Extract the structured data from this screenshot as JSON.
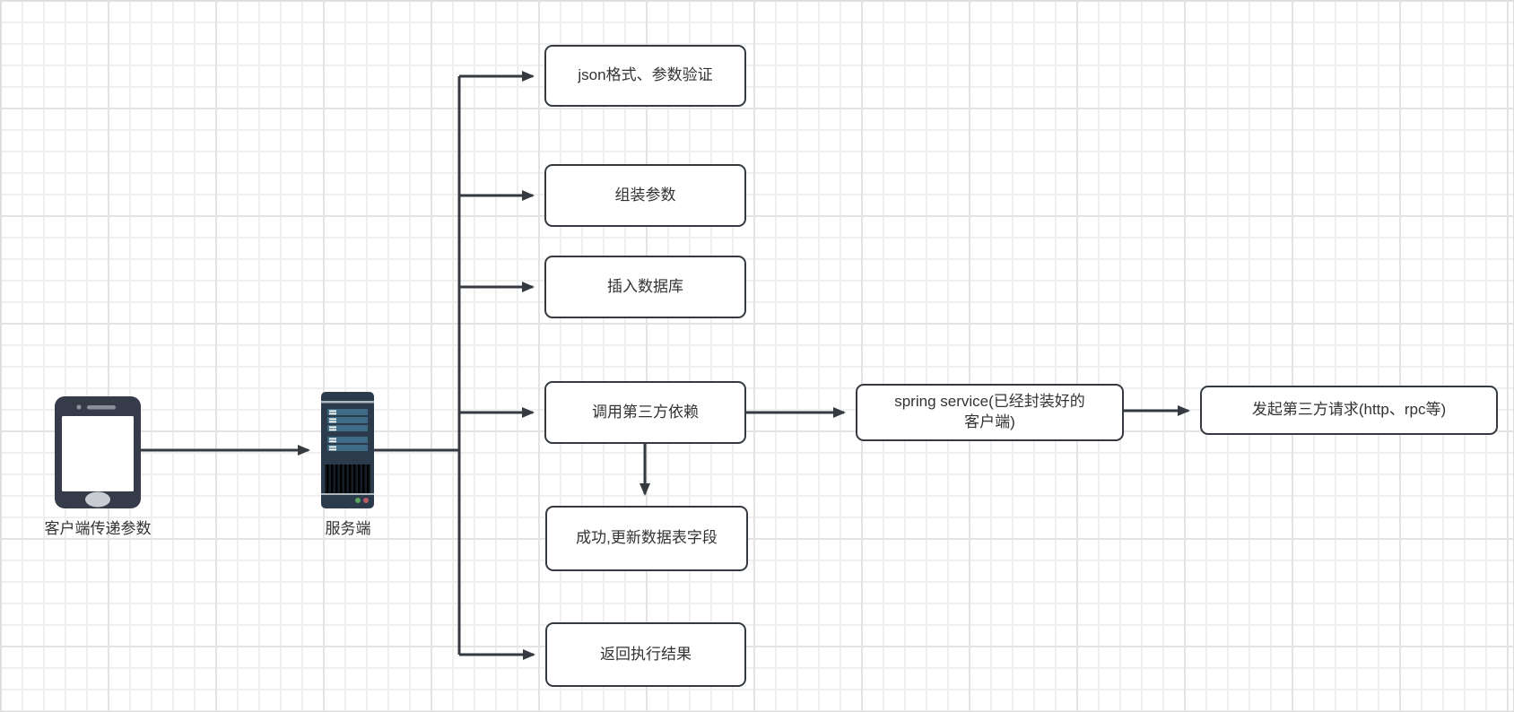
{
  "colors": {
    "stroke": "#343a40",
    "box_fill": "#ffffff",
    "text": "#333333",
    "grid_minor": "#efefef",
    "grid_major": "#e3e3e3",
    "phone_body": "#353b49",
    "server_body": "#2b3b4c",
    "server_bay": "#3e6b86",
    "led_green": "#5aa560",
    "led_red": "#b95b62"
  },
  "nodes": [
    {
      "id": "json-validate",
      "label": "json格式、参数验证"
    },
    {
      "id": "assemble-params",
      "label": "组装参数"
    },
    {
      "id": "insert-db",
      "label": "插入数据库"
    },
    {
      "id": "call-third-party",
      "label": "调用第三方依赖"
    },
    {
      "id": "success-update",
      "label": "成功,更新数据表字段"
    },
    {
      "id": "return-result",
      "label": "返回执行结果"
    },
    {
      "id": "spring-service",
      "label": "spring service(已经封装好的\n客户端)"
    },
    {
      "id": "third-party-request",
      "label": "发起第三方请求(http、rpc等)"
    }
  ],
  "icon_labels": {
    "client": "客户端传递参数",
    "server": "服务端"
  },
  "icons": [
    {
      "id": "phone-icon",
      "meaning": "client mobile device"
    },
    {
      "id": "server-icon",
      "meaning": "backend server tower"
    }
  ]
}
